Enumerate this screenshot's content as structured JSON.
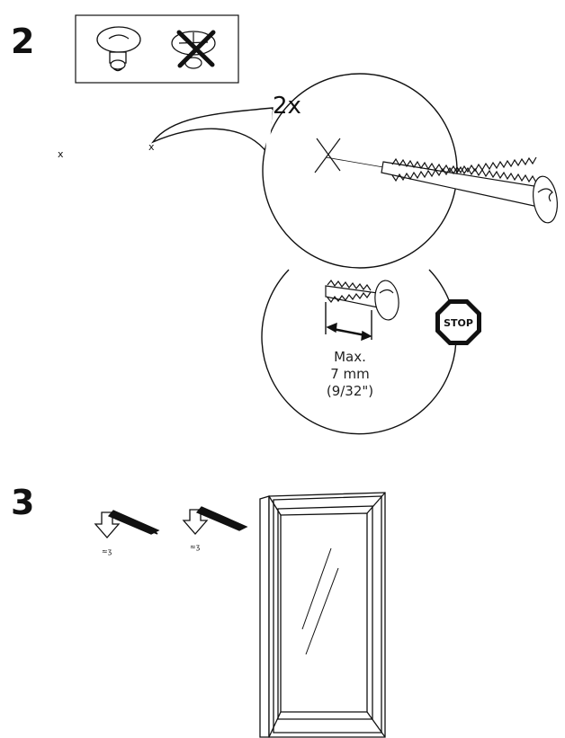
{
  "steps": [
    {
      "number": "2",
      "marks": [
        "x",
        "x"
      ],
      "quantity": "2x",
      "limit": {
        "line1": "Max.",
        "line2": "7 mm",
        "line3": "(9/32\")"
      },
      "stop_sign": "STOP"
    },
    {
      "number": "3",
      "weight_glyph": "≈ʒ"
    }
  ],
  "icons": [
    "screw-correct-icon",
    "screw-wrong-icon",
    "stop-sign-icon",
    "down-arrow-icon",
    "mirror-frame-icon"
  ],
  "colors": {
    "ink": "#111111",
    "stop_fill": "#ffffff"
  }
}
